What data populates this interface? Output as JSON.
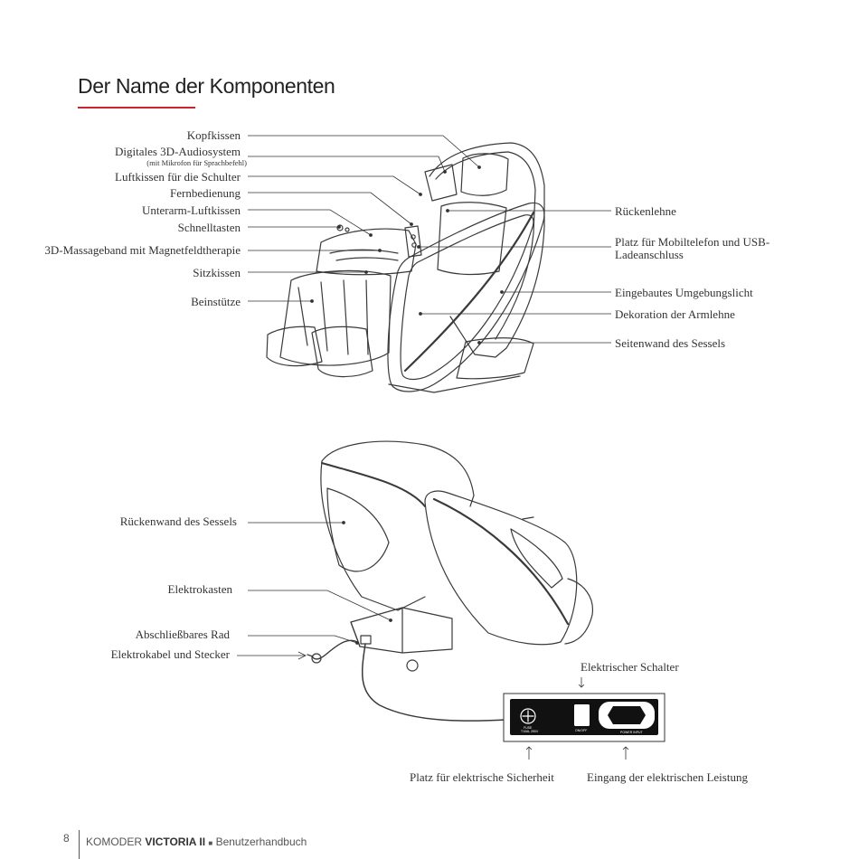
{
  "title": "Der Name der Komponenten",
  "front_labels": {
    "kopfkissen": "Kopfkissen",
    "audiosystem": "Digitales 3D-Audiosystem",
    "audiosystem_note": "(mit Mikrofon für Sprachbefehl)",
    "schulter": "Luftkissen für die Schulter",
    "fernbedienung": "Fernbedienung",
    "unterarm": "Unterarm-Luftkissen",
    "schnelltasten": "Schnelltasten",
    "massageband": "3D-Massageband mit Magnetfeldtherapie",
    "sitzkissen": "Sitzkissen",
    "beinstuetze": "Beinstütze",
    "rueckenlehne": "Rückenlehne",
    "mobil_line1": "Platz für Mobiltelefon und USB-",
    "mobil_line2": "Ladeanschluss",
    "umgebungslicht": "Eingebautes Umgebungslicht",
    "armlehne": "Dekoration der Armlehne",
    "seitenwand": "Seitenwand des Sessels"
  },
  "back_labels": {
    "rueckenwand": "Rückenwand des Sessels",
    "elektrokasten": "Elektrokasten",
    "rad": "Abschließbares Rad",
    "kabel": "Elektrokabel und Stecker",
    "schalter": "Elektrischer Schalter",
    "sicherheit": "Platz für elektrische Sicherheit",
    "eingang": "Eingang der elektrischen Leistung"
  },
  "panel_text": {
    "fuse_line1": "FUSE",
    "fuse_line2": "T10AL 250V",
    "onoff": "ON/OFF",
    "power_input": "POWER INPUT"
  },
  "footer": {
    "page": "8",
    "brand": "KOMODER",
    "model": "VICTORIA II",
    "separator": "■",
    "doc": "Benutzerhandbuch"
  },
  "colors": {
    "accent": "#c9252f",
    "ink": "#333333",
    "line": "#3a3a3a"
  }
}
